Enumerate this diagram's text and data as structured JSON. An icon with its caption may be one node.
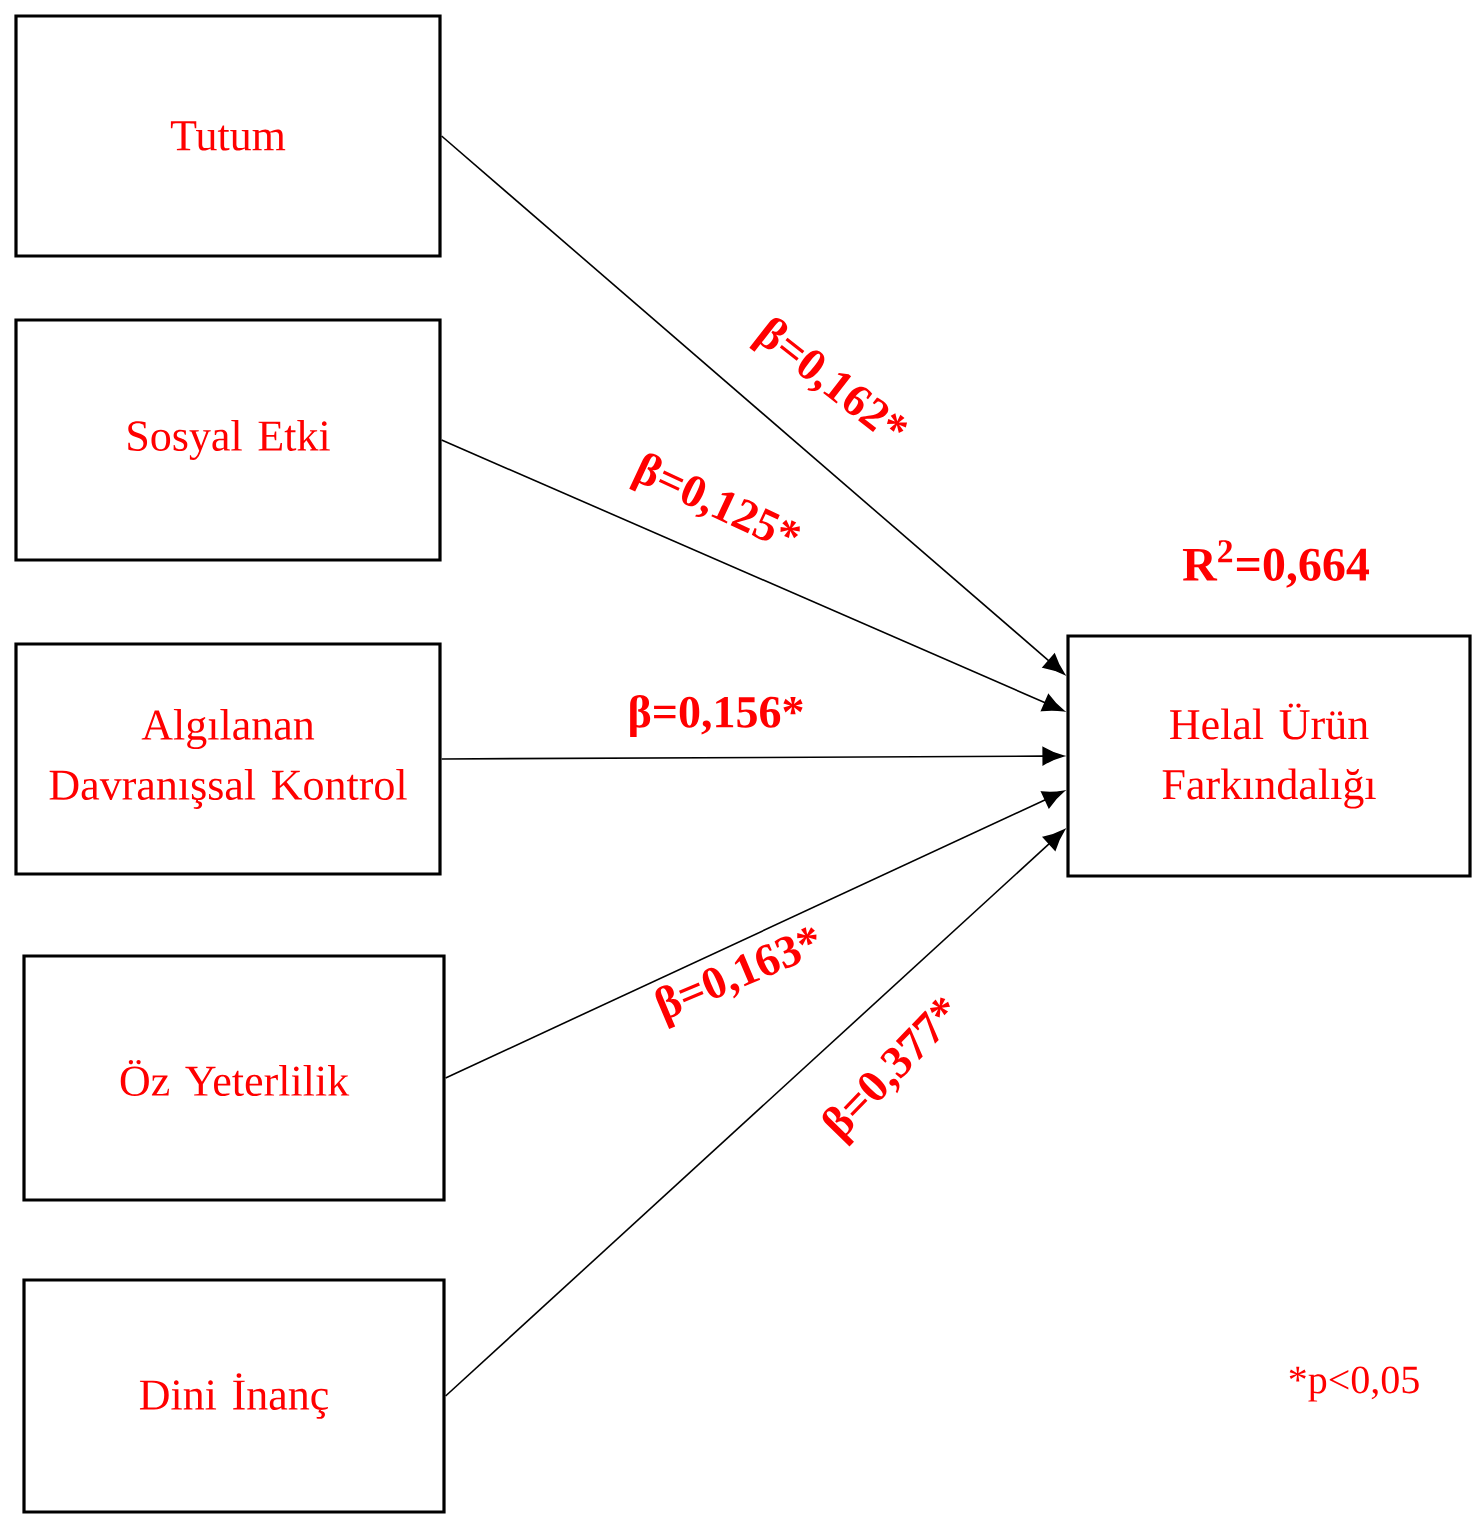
{
  "diagram": {
    "nodes": [
      {
        "text": [
          "Tutum"
        ]
      },
      {
        "text": [
          "Sosyal Etki"
        ]
      },
      {
        "text": [
          "Algılanan Davranışsal Kontrol"
        ]
      },
      {
        "text": [
          "Öz Yeterlilik"
        ]
      },
      {
        "text": [
          "Dini İnanç"
        ]
      },
      {
        "text": [
          "Helal Ürün Farkındalığı"
        ]
      }
    ],
    "edges": [
      {
        "from": 0,
        "to": 5,
        "arrow": "to",
        "label": "β=0,162*"
      },
      {
        "from": 1,
        "to": 5,
        "arrow": "to",
        "label": "β=0,125*"
      },
      {
        "from": 2,
        "to": 5,
        "arrow": "to",
        "label": "β=0,156*"
      },
      {
        "from": 3,
        "to": 5,
        "arrow": "to",
        "label": "β=0,163*"
      },
      {
        "from": 4,
        "to": 5,
        "arrow": "to",
        "label": "β=0,377*"
      }
    ],
    "labels": [
      "R$^{2}$=0,664",
      "*p<0,05"
    ]
  }
}
